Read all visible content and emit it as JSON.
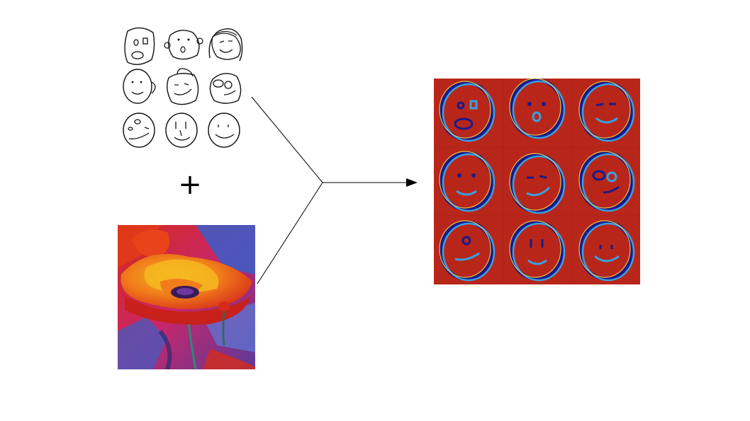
{
  "figure": {
    "operator_symbol": "+",
    "inputs": {
      "sketch_grid": {
        "rows": 3,
        "cols": 3,
        "content": "hand-drawn-faces",
        "stroke_color": "#111111"
      },
      "painting": {
        "subject": "red-poppy",
        "palette": [
          "#d62a1a",
          "#f07d1a",
          "#f5b820",
          "#5a3a9a",
          "#3a5ec8",
          "#c8266a"
        ]
      }
    },
    "output": {
      "rows": 3,
      "cols": 3,
      "content": "stylized-faces",
      "background_color": "#b8261a",
      "edge_colors": [
        "#3aa0e0",
        "#f0c040",
        "#1a1a8a"
      ]
    },
    "arrow": {
      "color": "#000000"
    }
  }
}
